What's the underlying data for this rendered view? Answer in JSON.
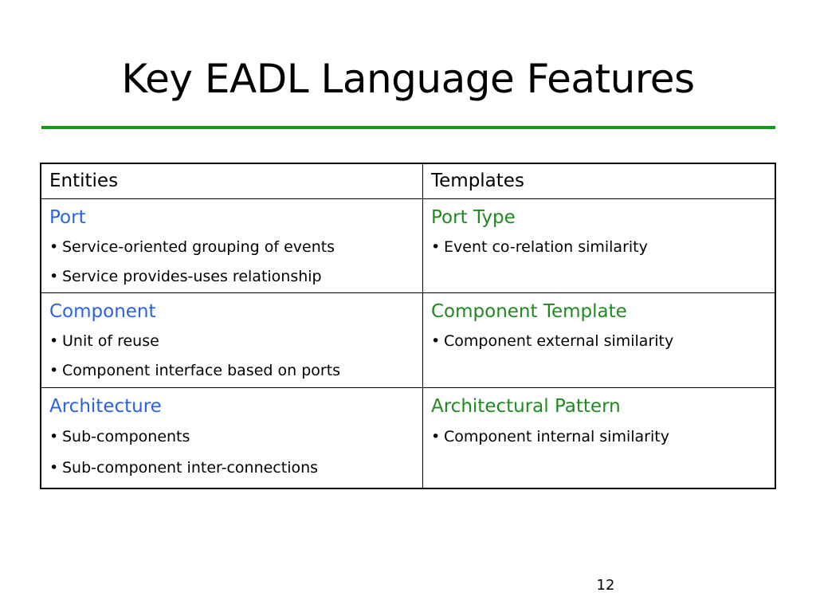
{
  "slide": {
    "title": "Key EADL Language Features",
    "page_number": "12",
    "colors": {
      "accent_rule": "#1a9a1a",
      "entity_heading": "#2a62e6",
      "template_heading": "#1f8a1f"
    }
  },
  "table": {
    "headers": [
      "Entities",
      "Templates"
    ],
    "rows": [
      {
        "entity": {
          "heading": "Port",
          "bullets": [
            "Service-oriented grouping of events",
            "Service provides-uses relationship"
          ]
        },
        "template": {
          "heading": "Port Type",
          "bullets": [
            "Event co-relation similarity"
          ]
        }
      },
      {
        "entity": {
          "heading": "Component",
          "bullets": [
            "Unit of reuse",
            "Component interface based on ports"
          ]
        },
        "template": {
          "heading": "Component Template",
          "bullets": [
            "Component external similarity"
          ]
        }
      },
      {
        "entity": {
          "heading": "Architecture",
          "bullets": [
            "Sub-components",
            "Sub-component inter-connections"
          ]
        },
        "template": {
          "heading": "Architectural Pattern",
          "bullets": [
            "Component internal similarity"
          ]
        }
      }
    ]
  }
}
